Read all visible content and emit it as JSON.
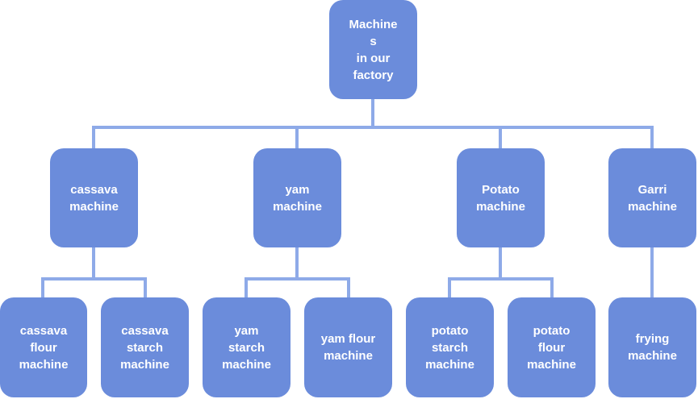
{
  "diagram": {
    "type": "org-chart",
    "colors": {
      "node_fill": "#6b8cdb",
      "connector": "#8eaae8",
      "text": "#ffffff"
    },
    "root": {
      "label": "Machine\ns\nin our\nfactory"
    },
    "categories": [
      {
        "label": "cassava\nmachine",
        "children": [
          {
            "label": "cassava\nflour\nmachine"
          },
          {
            "label": "cassava\nstarch\nmachine"
          }
        ]
      },
      {
        "label": "yam\nmachine",
        "children": [
          {
            "label": "yam\nstarch\nmachine"
          },
          {
            "label": "yam flour\nmachine"
          }
        ]
      },
      {
        "label": "Potato\nmachine",
        "children": [
          {
            "label": "potato\nstarch\nmachine"
          },
          {
            "label": "potato\nflour\nmachine"
          }
        ]
      },
      {
        "label": "Garri\nmachine",
        "children": [
          {
            "label": "frying\nmachine"
          }
        ]
      }
    ]
  }
}
